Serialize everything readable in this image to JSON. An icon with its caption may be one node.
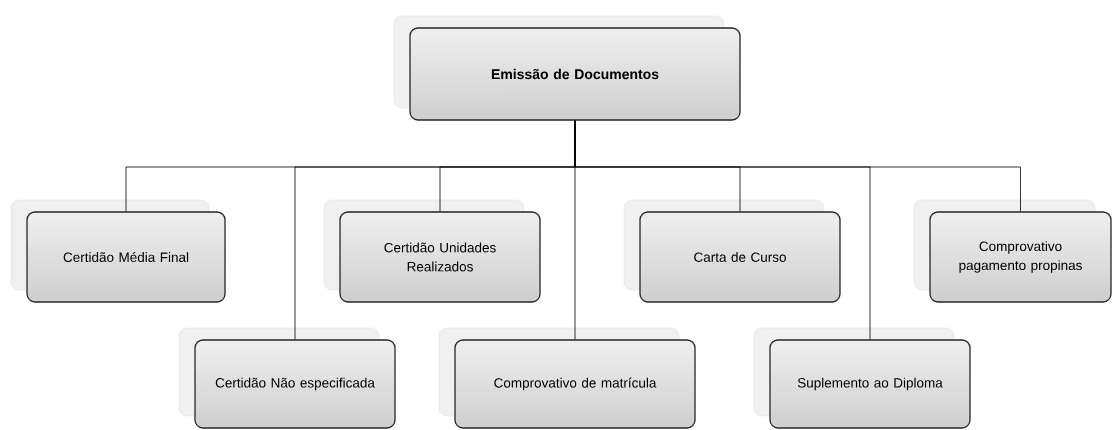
{
  "diagram": {
    "nodes": [
      {
        "text": [
          "Emissão de Documentos"
        ]
      },
      {
        "text": [
          "Certidão Média Final"
        ]
      },
      {
        "text": [
          "Certidão Não especificada"
        ]
      },
      {
        "text": [
          "Certidão Unidades Realizados"
        ]
      },
      {
        "text": [
          "Comprovativo de matrícula"
        ]
      },
      {
        "text": [
          "Carta de Curso"
        ]
      },
      {
        "text": [
          "Suplemento ao Diploma"
        ]
      },
      {
        "text": [
          "Comprovativo pagamento propinas"
        ]
      }
    ],
    "edges": [
      {
        "from": 0,
        "to": 1,
        "arrow": "none"
      },
      {
        "from": 0,
        "to": 2,
        "arrow": "none"
      },
      {
        "from": 0,
        "to": 3,
        "arrow": "none"
      },
      {
        "from": 0,
        "to": 4,
        "arrow": "none"
      },
      {
        "from": 0,
        "to": 5,
        "arrow": "none"
      },
      {
        "from": 0,
        "to": 6,
        "arrow": "none"
      },
      {
        "from": 0,
        "to": 7,
        "arrow": "none"
      }
    ]
  }
}
